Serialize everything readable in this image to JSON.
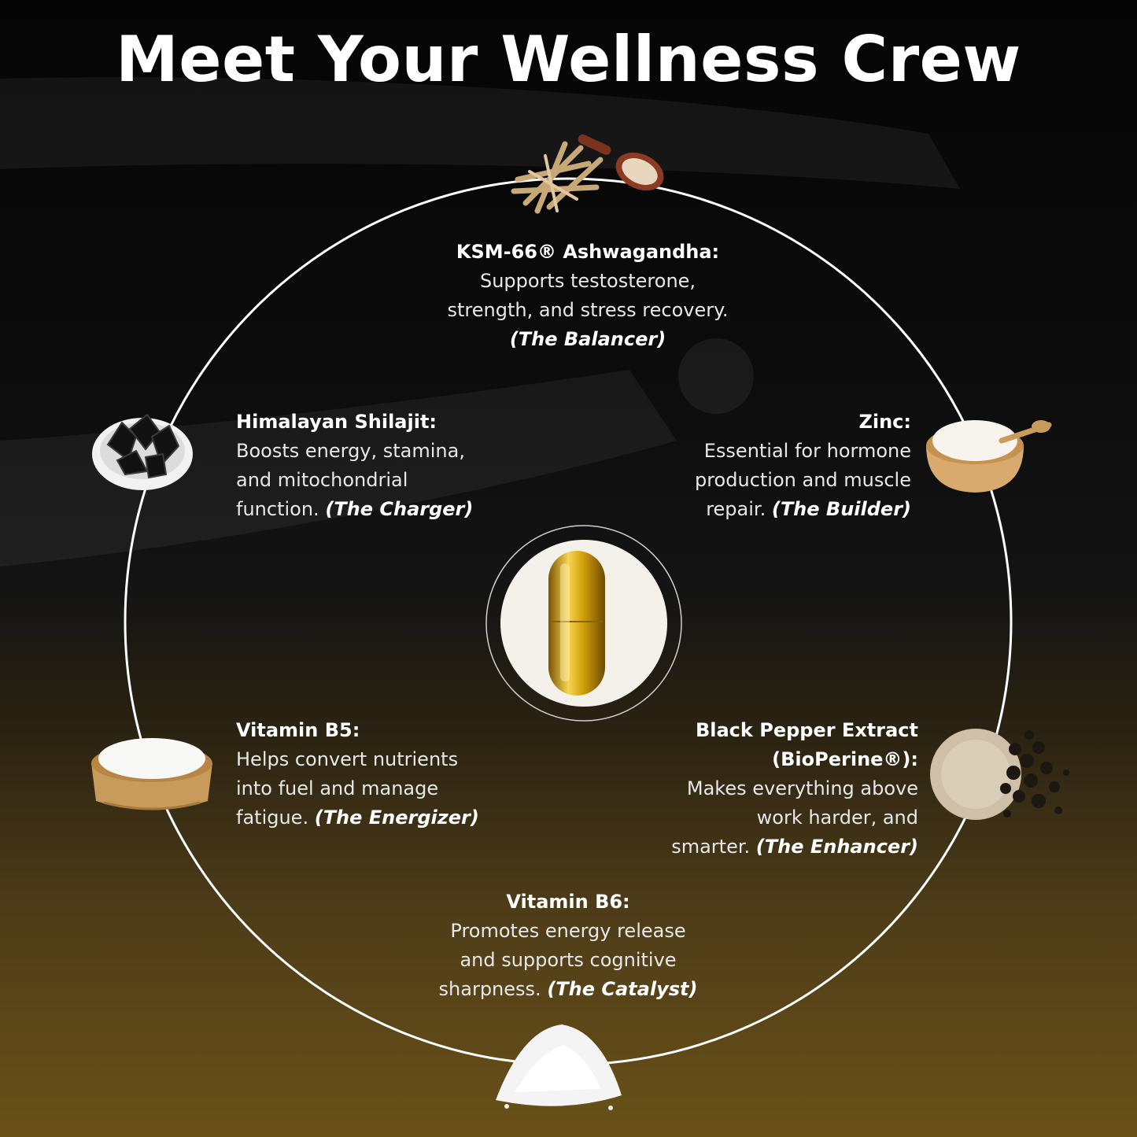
{
  "title": "Meet Your Wellness Crew",
  "colors": {
    "background_top": "#050505",
    "background_bottom": "#6a5118",
    "ring": "#ffffff",
    "capsule_gold": "#d4a20c",
    "center_disc": "#f3f1ea"
  },
  "ingredients": [
    {
      "name": "KSM-66® Ashwagandha:",
      "lines": [
        "Supports testosterone,",
        "strength, and stress recovery."
      ],
      "nickname": "(The Balancer)",
      "icon": "ashwagandha-roots-icon"
    },
    {
      "name": "Himalayan Shilajit:",
      "lines": [
        "Boosts energy, stamina,",
        "and mitochondrial",
        "function."
      ],
      "nickname": "(The Charger)",
      "icon": "shilajit-bowl-icon"
    },
    {
      "name": "Zinc:",
      "lines": [
        "Essential for hormone",
        "production and muscle",
        "repair."
      ],
      "nickname": "(The Builder)",
      "icon": "zinc-powder-bowl-icon"
    },
    {
      "name": "Vitamin B5:",
      "lines": [
        "Helps convert nutrients",
        "into fuel and manage",
        "fatigue."
      ],
      "nickname": "(The Energizer)",
      "icon": "vitamin-b5-powder-bowl-icon"
    },
    {
      "name": "Black Pepper Extract",
      "name2": "(BioPerine®):",
      "lines": [
        "Makes everything above",
        "work harder, and",
        "smarter."
      ],
      "nickname": "(The Enhancer)",
      "icon": "black-pepper-icon"
    },
    {
      "name": "Vitamin B6:",
      "lines": [
        "Promotes energy release",
        "and supports cognitive",
        "sharpness."
      ],
      "nickname": "(The Catalyst)",
      "icon": "white-powder-pile-icon"
    }
  ],
  "center_icon": "gold-capsule-icon"
}
